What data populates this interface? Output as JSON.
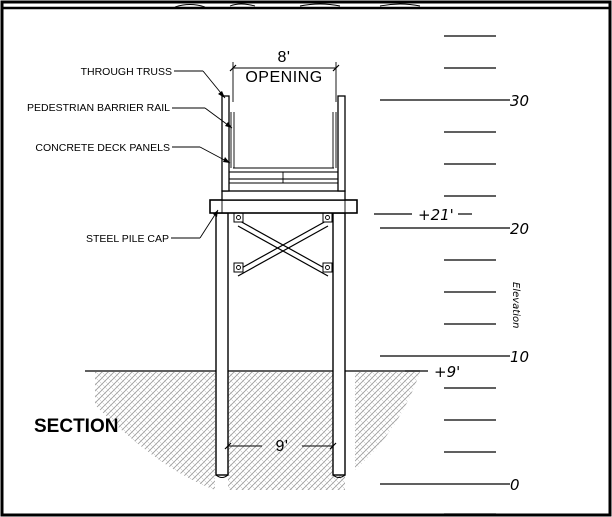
{
  "labels": {
    "through_truss": "THROUGH TRUSS",
    "barrier_rail": "PEDESTRIAN BARRIER RAIL",
    "deck_panels": "CONCRETE DECK PANELS",
    "pile_cap": "STEEL PILE CAP"
  },
  "dimensions": {
    "opening_value": "8'",
    "opening_word": "OPENING",
    "pile_spacing": "9'"
  },
  "title": "SECTION",
  "elevation": {
    "axis_label": "Elevation",
    "ticks": [
      "30",
      "20",
      "10",
      "0"
    ],
    "markers": [
      "+21'",
      "+9'"
    ]
  },
  "colors": {
    "ink": "#000000",
    "background": "#ffffff",
    "soil_hatch": "#9a9a9a"
  }
}
